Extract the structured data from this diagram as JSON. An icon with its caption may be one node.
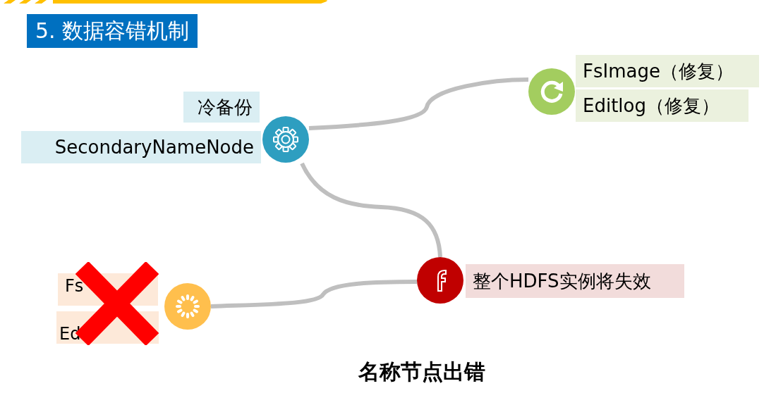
{
  "diagram": {
    "title": "5. 数据容错机制",
    "caption": "名称节点出错",
    "nodes": [
      {
        "text": [
          "冷备份"
        ]
      },
      {
        "text": [
          "SecondaryNameNode"
        ]
      },
      {
        "text": [],
        "shape": "circle"
      },
      {
        "text": [],
        "shape": "circle"
      },
      {
        "text": [
          "FsImage（修复）"
        ]
      },
      {
        "text": [
          "Editlog（修复）"
        ]
      },
      {
        "text": [
          "Fs"
        ]
      },
      {
        "text": [
          "Ed"
        ]
      },
      {
        "text": [],
        "shape": "circle"
      },
      {
        "text": [],
        "shape": "circle"
      },
      {
        "text": [
          "整个HDFS实例将失效"
        ]
      }
    ],
    "edges": [
      {
        "from": 2,
        "to": 3,
        "arrow": "none"
      },
      {
        "from": 2,
        "to": 9,
        "arrow": "none"
      },
      {
        "from": 8,
        "to": 9,
        "arrow": "none"
      }
    ]
  }
}
